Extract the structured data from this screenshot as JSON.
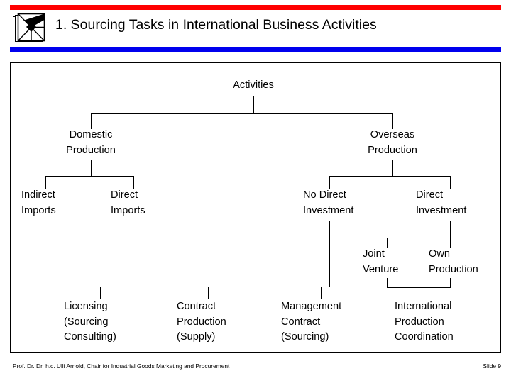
{
  "slide": {
    "title": "1. Sourcing Tasks in International Business Activities",
    "logo_name": "tangram-square-logo",
    "colors": {
      "top_rule": "#ff0000",
      "bottom_rule": "#0000ee",
      "text": "#000000",
      "frame": "#000000",
      "background": "#ffffff"
    }
  },
  "diagram": {
    "type": "tree",
    "root": "Activities",
    "nodes": {
      "activities": "Activities",
      "domestic_production": "Domestic\nProduction",
      "overseas_production": "Overseas\nProduction",
      "indirect_imports": "Indirect\nImports",
      "direct_imports": "Direct\nImports",
      "no_direct_investment": "No Direct\nInvestment",
      "direct_investment": "Direct\nInvestment",
      "joint_venture": "Joint\nVenture",
      "own_production": "Own\nProduction",
      "licensing": "Licensing\n(Sourcing\nConsulting)",
      "contract_production": "Contract\nProduction\n(Supply)",
      "management_contract": "Management\nContract\n(Sourcing)",
      "international_production_coordination": "International\nProduction\nCoordination"
    },
    "edges": [
      {
        "from": "activities",
        "to": "domestic_production"
      },
      {
        "from": "activities",
        "to": "overseas_production"
      },
      {
        "from": "domestic_production",
        "to": "indirect_imports"
      },
      {
        "from": "domestic_production",
        "to": "direct_imports"
      },
      {
        "from": "overseas_production",
        "to": "no_direct_investment"
      },
      {
        "from": "overseas_production",
        "to": "direct_investment"
      },
      {
        "from": "direct_investment",
        "to": "joint_venture"
      },
      {
        "from": "direct_investment",
        "to": "own_production"
      },
      {
        "from": "no_direct_investment",
        "to": "licensing"
      },
      {
        "from": "no_direct_investment",
        "to": "contract_production"
      },
      {
        "from": "no_direct_investment",
        "to": "management_contract"
      },
      {
        "from": "joint_venture",
        "to": "international_production_coordination"
      },
      {
        "from": "own_production",
        "to": "international_production_coordination"
      }
    ]
  },
  "footer": {
    "credit": "Prof. Dr. Dr. h.c. Ulli Arnold, Chair for Industrial Goods Marketing and Procurement",
    "slide_number": "Slide 9"
  }
}
